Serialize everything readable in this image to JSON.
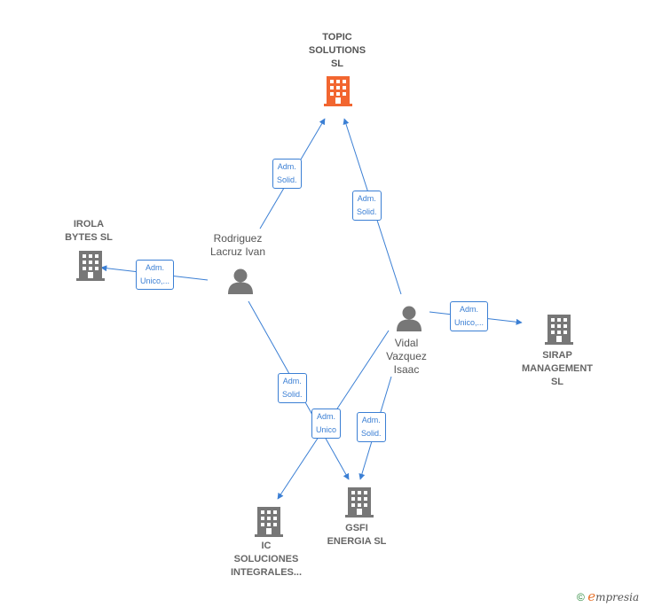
{
  "colors": {
    "edge": "#3b7fd4",
    "company_icon": "#777777",
    "root_company_icon": "#f26630",
    "person_icon": "#777777",
    "footer_copyright": "#2d8a3e",
    "footer_brand_accent": "#e8732c"
  },
  "nodes": {
    "topic": {
      "lines": [
        "TOPIC",
        "SOLUTIONS",
        "SL"
      ],
      "icon": "building-icon"
    },
    "irola": {
      "lines": [
        "IROLA",
        "BYTES  SL"
      ],
      "icon": "building-icon"
    },
    "sirap": {
      "lines": [
        "SIRAP",
        "MANAGEMENT",
        "SL"
      ],
      "icon": "building-icon"
    },
    "gsfi": {
      "lines": [
        "GSFI",
        "ENERGIA  SL"
      ],
      "icon": "building-icon"
    },
    "ic": {
      "lines": [
        "IC",
        "SOLUCIONES",
        "INTEGRALES..."
      ],
      "icon": "building-icon"
    },
    "rodriguez": {
      "lines": [
        "Rodriguez",
        "Lacruz Ivan"
      ],
      "icon": "person-icon"
    },
    "vidal": {
      "lines": [
        "Vidal",
        "Vazquez",
        "Isaac"
      ],
      "icon": "person-icon"
    }
  },
  "edges": [
    {
      "from": "rodriguez",
      "to": "topic",
      "lines": [
        "Adm.",
        "Solid."
      ]
    },
    {
      "from": "vidal",
      "to": "topic",
      "lines": [
        "Adm.",
        "Solid."
      ]
    },
    {
      "from": "rodriguez",
      "to": "irola",
      "lines": [
        "Adm.",
        "Unico,..."
      ]
    },
    {
      "from": "vidal",
      "to": "sirap",
      "lines": [
        "Adm.",
        "Unico,..."
      ]
    },
    {
      "from": "rodriguez",
      "to": "gsfi",
      "lines": [
        "Adm.",
        "Solid."
      ]
    },
    {
      "from": "vidal",
      "to": "ic",
      "lines": [
        "Adm.",
        "Unico"
      ]
    },
    {
      "from": "vidal",
      "to": "gsfi",
      "lines": [
        "Adm.",
        "Solid."
      ]
    }
  ],
  "footer": {
    "copyright": "©",
    "brand_initial": "e",
    "brand_rest": "mpresia"
  }
}
